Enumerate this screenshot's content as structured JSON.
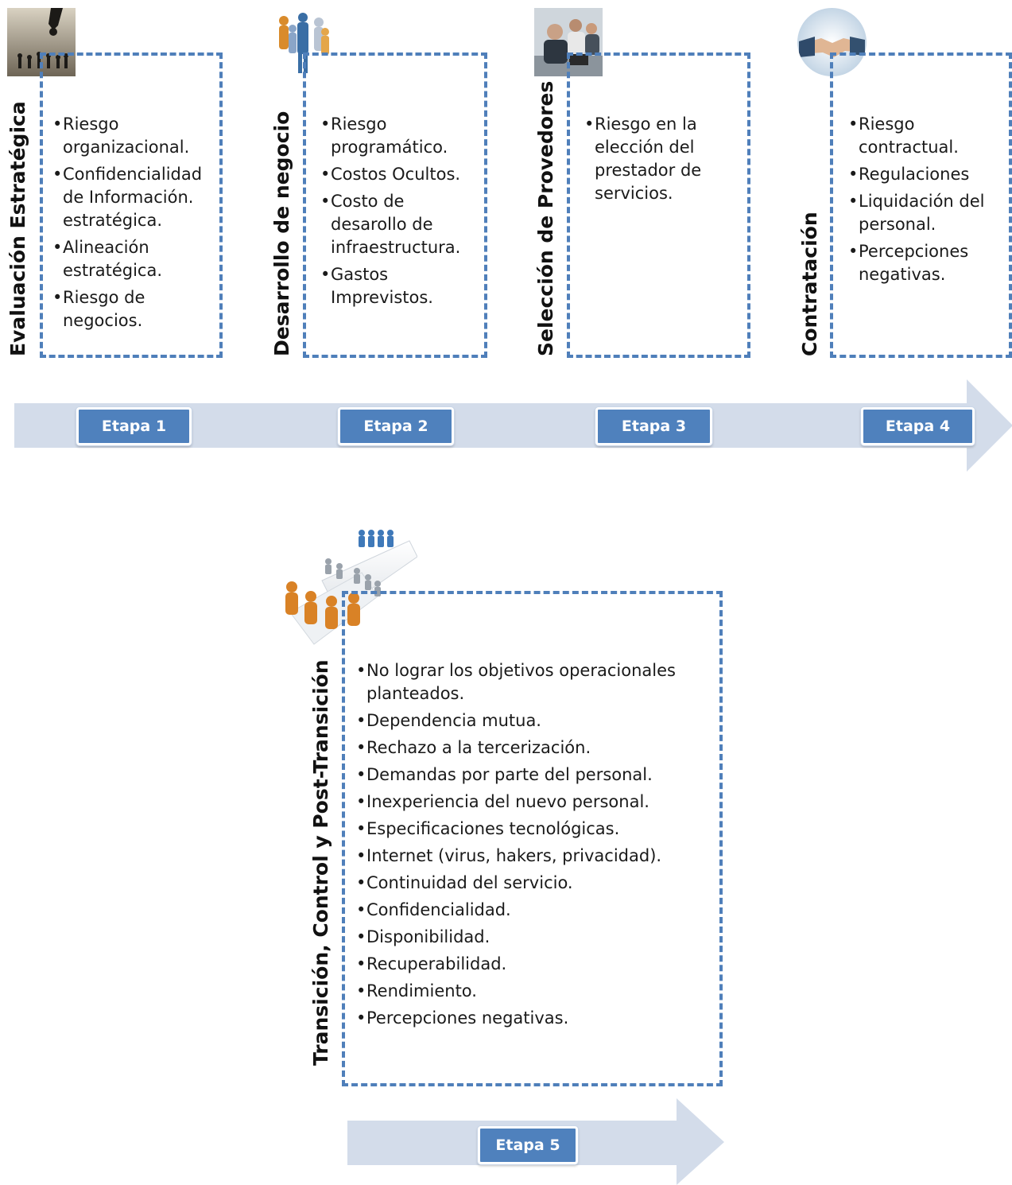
{
  "stages": [
    {
      "title": "Evaluación Estratégica",
      "items": [
        "Riesgo organizacional.",
        "Confidencialidad de Información. estratégica.",
        "Alineación estratégica.",
        "Riesgo de negocios."
      ],
      "badge": "Etapa 1",
      "image_icon": "chess-strategy-photo-icon"
    },
    {
      "title": "Desarrollo de negocio",
      "items": [
        "Riesgo programático.",
        "Costos Ocultos.",
        "Costo de desarollo de infraestructura.",
        "Gastos Imprevistos."
      ],
      "badge": "Etapa 2",
      "image_icon": "business-people-photo-icon"
    },
    {
      "title": "Selección de Provedores",
      "items": [
        "Riesgo en la elección del prestador de servicios."
      ],
      "badge": "Etapa 3",
      "image_icon": "team-meeting-photo-icon"
    },
    {
      "title": "Contratación",
      "items": [
        "Riesgo contractual.",
        "Regulaciones",
        "Liquidación del personal.",
        "Percepciones negativas."
      ],
      "badge": "Etapa 4",
      "image_icon": "handshake-photo-icon"
    },
    {
      "title": "Transición,  Control y Post-Transición",
      "items": [
        "No lograr los objetivos operacionales planteados.",
        "Dependencia mutua.",
        "Rechazo a la tercerización.",
        "Demandas por parte del personal.",
        "Inexperiencia del nuevo personal.",
        "Especificaciones tecnológicas.",
        "Internet (virus, hakers, privacidad).",
        "Continuidad del servicio.",
        "Confidencialidad.",
        "Disponibilidad.",
        "Recuperabilidad.",
        "Rendimiento.",
        "Percepciones negativas."
      ],
      "badge": "Etapa 5",
      "image_icon": "people-network-3d-icon"
    }
  ],
  "colors": {
    "dash_border": "#4f7fba",
    "badge_fill": "#4f81bd",
    "arrow_fill": "#d3dcea"
  }
}
